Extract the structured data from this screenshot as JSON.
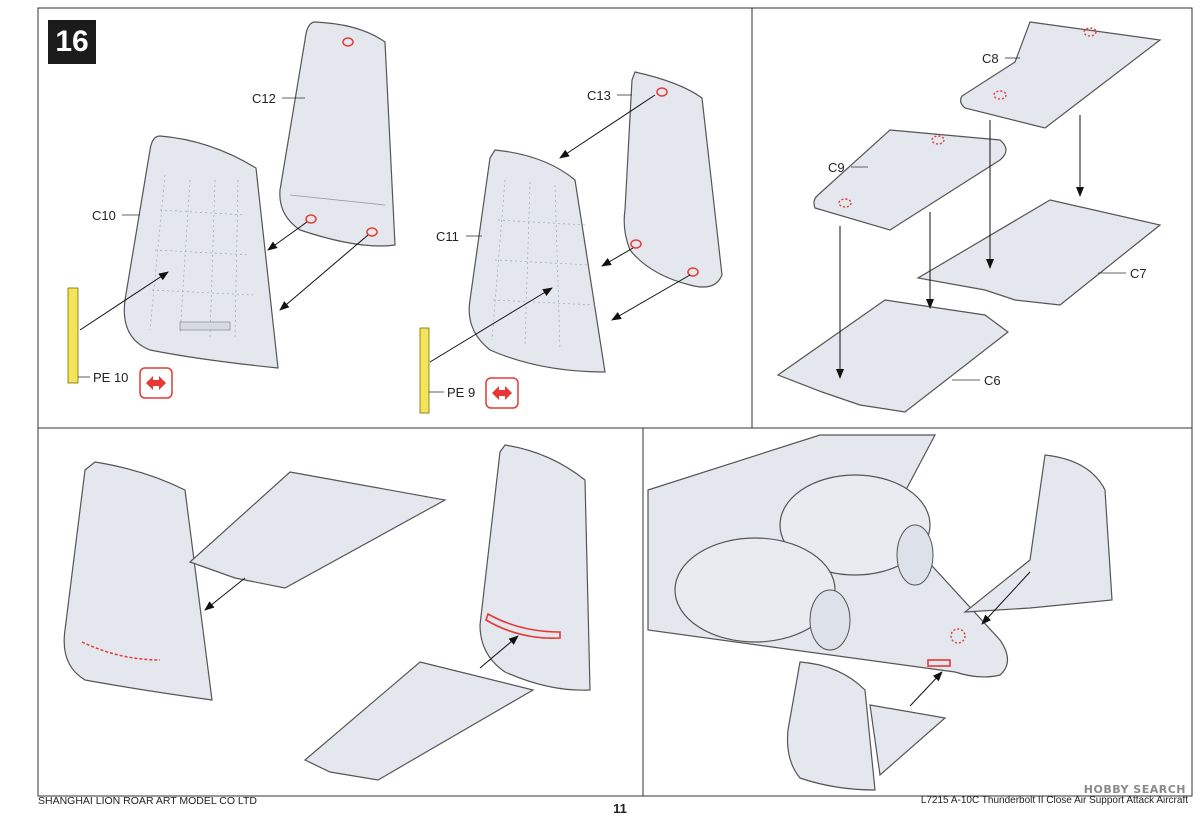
{
  "step_number": "16",
  "labels": {
    "c12": "C12",
    "c10": "C10",
    "c13": "C13",
    "c11": "C11",
    "c8": "C8",
    "c9": "C9",
    "c7": "C7",
    "c6": "C6",
    "pe10": "PE 10",
    "pe9": "PE 9"
  },
  "footer": {
    "left": "SHANGHAI LION ROAR ART MODEL CO LTD",
    "page": "11",
    "right": "L7215 A-10C Thunderbolt II Close Air Support Attack Aircraft"
  },
  "watermark": "HOBBY SEARCH",
  "colors": {
    "part_fill": "#e4e7ee",
    "part_stroke": "#555555",
    "photo_etch": "#f3e45a",
    "highlight_red": "#e53935",
    "frame": "#333333"
  },
  "icons": {
    "symmetric": "double-arrow-icon"
  }
}
